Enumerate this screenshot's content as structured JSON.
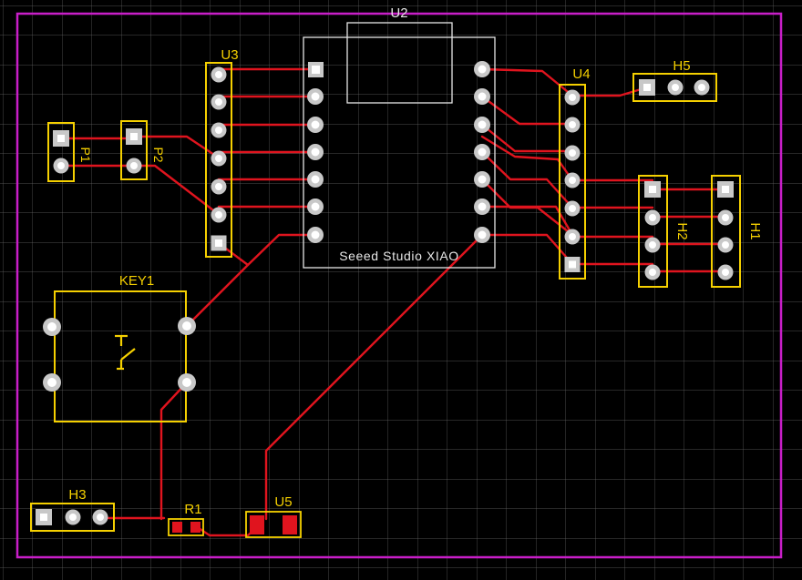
{
  "board": {
    "background": "#000000",
    "grid_color": "#bdbdbd",
    "outline_color": "#c81ec8",
    "silkscreen_color": "#f5d000",
    "trace_color": "#e0141e",
    "pad_color": "#c8c8c8",
    "drill_color": "#ffffff",
    "module_outline_color": "#e6e6e6"
  },
  "components": {
    "u2": {
      "designator": "U2",
      "body_text": "Seeed Studio XIAO"
    },
    "u3": {
      "designator": "U3"
    },
    "u4": {
      "designator": "U4"
    },
    "u5": {
      "designator": "U5"
    },
    "h1": {
      "designator": "H1"
    },
    "h2": {
      "designator": "H2"
    },
    "h3": {
      "designator": "H3"
    },
    "h5": {
      "designator": "H5"
    },
    "p1": {
      "designator": "P1"
    },
    "p2": {
      "designator": "P2"
    },
    "r1": {
      "designator": "R1"
    },
    "key1": {
      "designator": "KEY1"
    }
  },
  "icons": {
    "switch_symbol": "pushbutton-switch-icon"
  }
}
